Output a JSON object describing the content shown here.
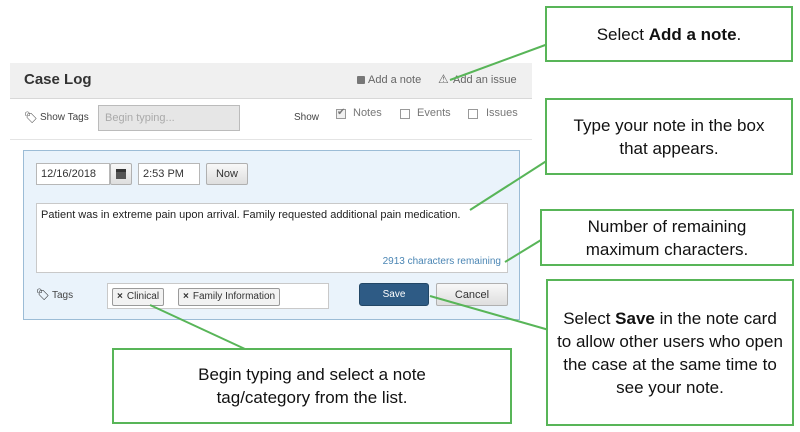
{
  "case_log": {
    "title": "Case Log",
    "add_note": "Add a note",
    "add_issue": "Add an issue",
    "show_tags_label": "Show Tags",
    "tags_placeholder": "Begin typing...",
    "show_label": "Show",
    "filters": [
      {
        "label": "Notes",
        "checked": true
      },
      {
        "label": "Events",
        "checked": false
      },
      {
        "label": "Issues",
        "checked": false
      }
    ]
  },
  "note_card": {
    "date": "12/16/2018",
    "time": "2:53 PM",
    "now_button": "Now",
    "note_text": "Patient was in extreme pain upon arrival.  Family requested additional pain medication.",
    "chars_remaining": "2913 characters remaining",
    "tags_label": "Tags",
    "tags": [
      "Clinical",
      "Family Information"
    ],
    "chip_remove_glyph": "×",
    "save_button": "Save",
    "cancel_button": "Cancel"
  },
  "callouts": {
    "add_note": {
      "pre": "Select ",
      "bold": "Add a note",
      "post": "."
    },
    "type_note": "Type your note in the box that appears.",
    "remaining": "Number of remaining maximum characters.",
    "save": {
      "pre": "Select ",
      "bold": "Save",
      "post": " in the note card to allow other users who open the case at the same time to see your note."
    },
    "tags": "Begin typing and select a note tag/category  from the list."
  },
  "colors": {
    "callout_border": "#58b558",
    "save_button": "#2e5b85",
    "card_background": "#eaf3fb",
    "link": "#4b86b4"
  }
}
